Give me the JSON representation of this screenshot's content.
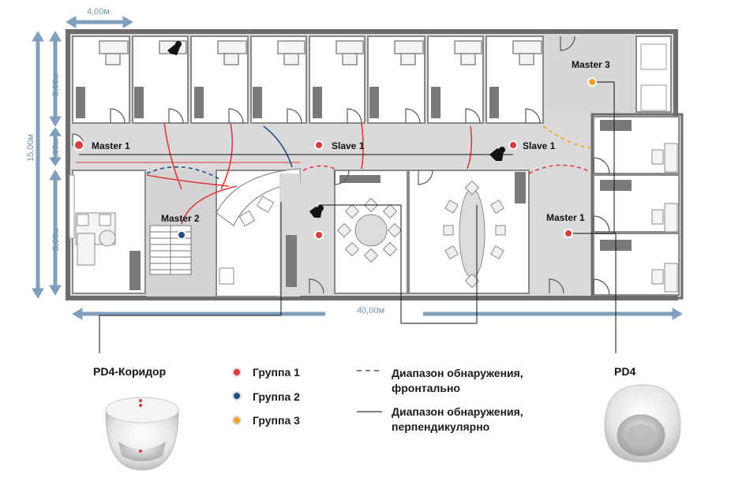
{
  "dimensions": {
    "width_top": "4,00м",
    "height_top_room": "5,00м",
    "height_corridor": "2,00м",
    "height_total": "15,00м",
    "height_bottom": "8,00м",
    "length_total": "40,00м"
  },
  "sensors": {
    "master1_left": "Master 1",
    "slave1_mid": "Slave 1",
    "slave1_right": "Slave 1",
    "master3": "Master 3",
    "master2": "Master 2",
    "master1_right": "Master 1"
  },
  "devices": {
    "corridor": "PD4-Коридор",
    "pd4": "PD4"
  },
  "legend": {
    "group1": "Группа 1",
    "group2": "Группа 2",
    "group3": "Группа 3",
    "frontal_line1": "Диапазон обнаружения,",
    "frontal_line2": "фронтально",
    "perp_line1": "Диапазон обнаружения,",
    "perp_line2": "перпендикулярно"
  },
  "colors": {
    "group1": "#e03a3a",
    "group2": "#1f4f8a",
    "group3": "#f0a020",
    "wall": "#6c6c6c",
    "floor": "#d9d9d9",
    "dimension": "#7f9fbe"
  }
}
